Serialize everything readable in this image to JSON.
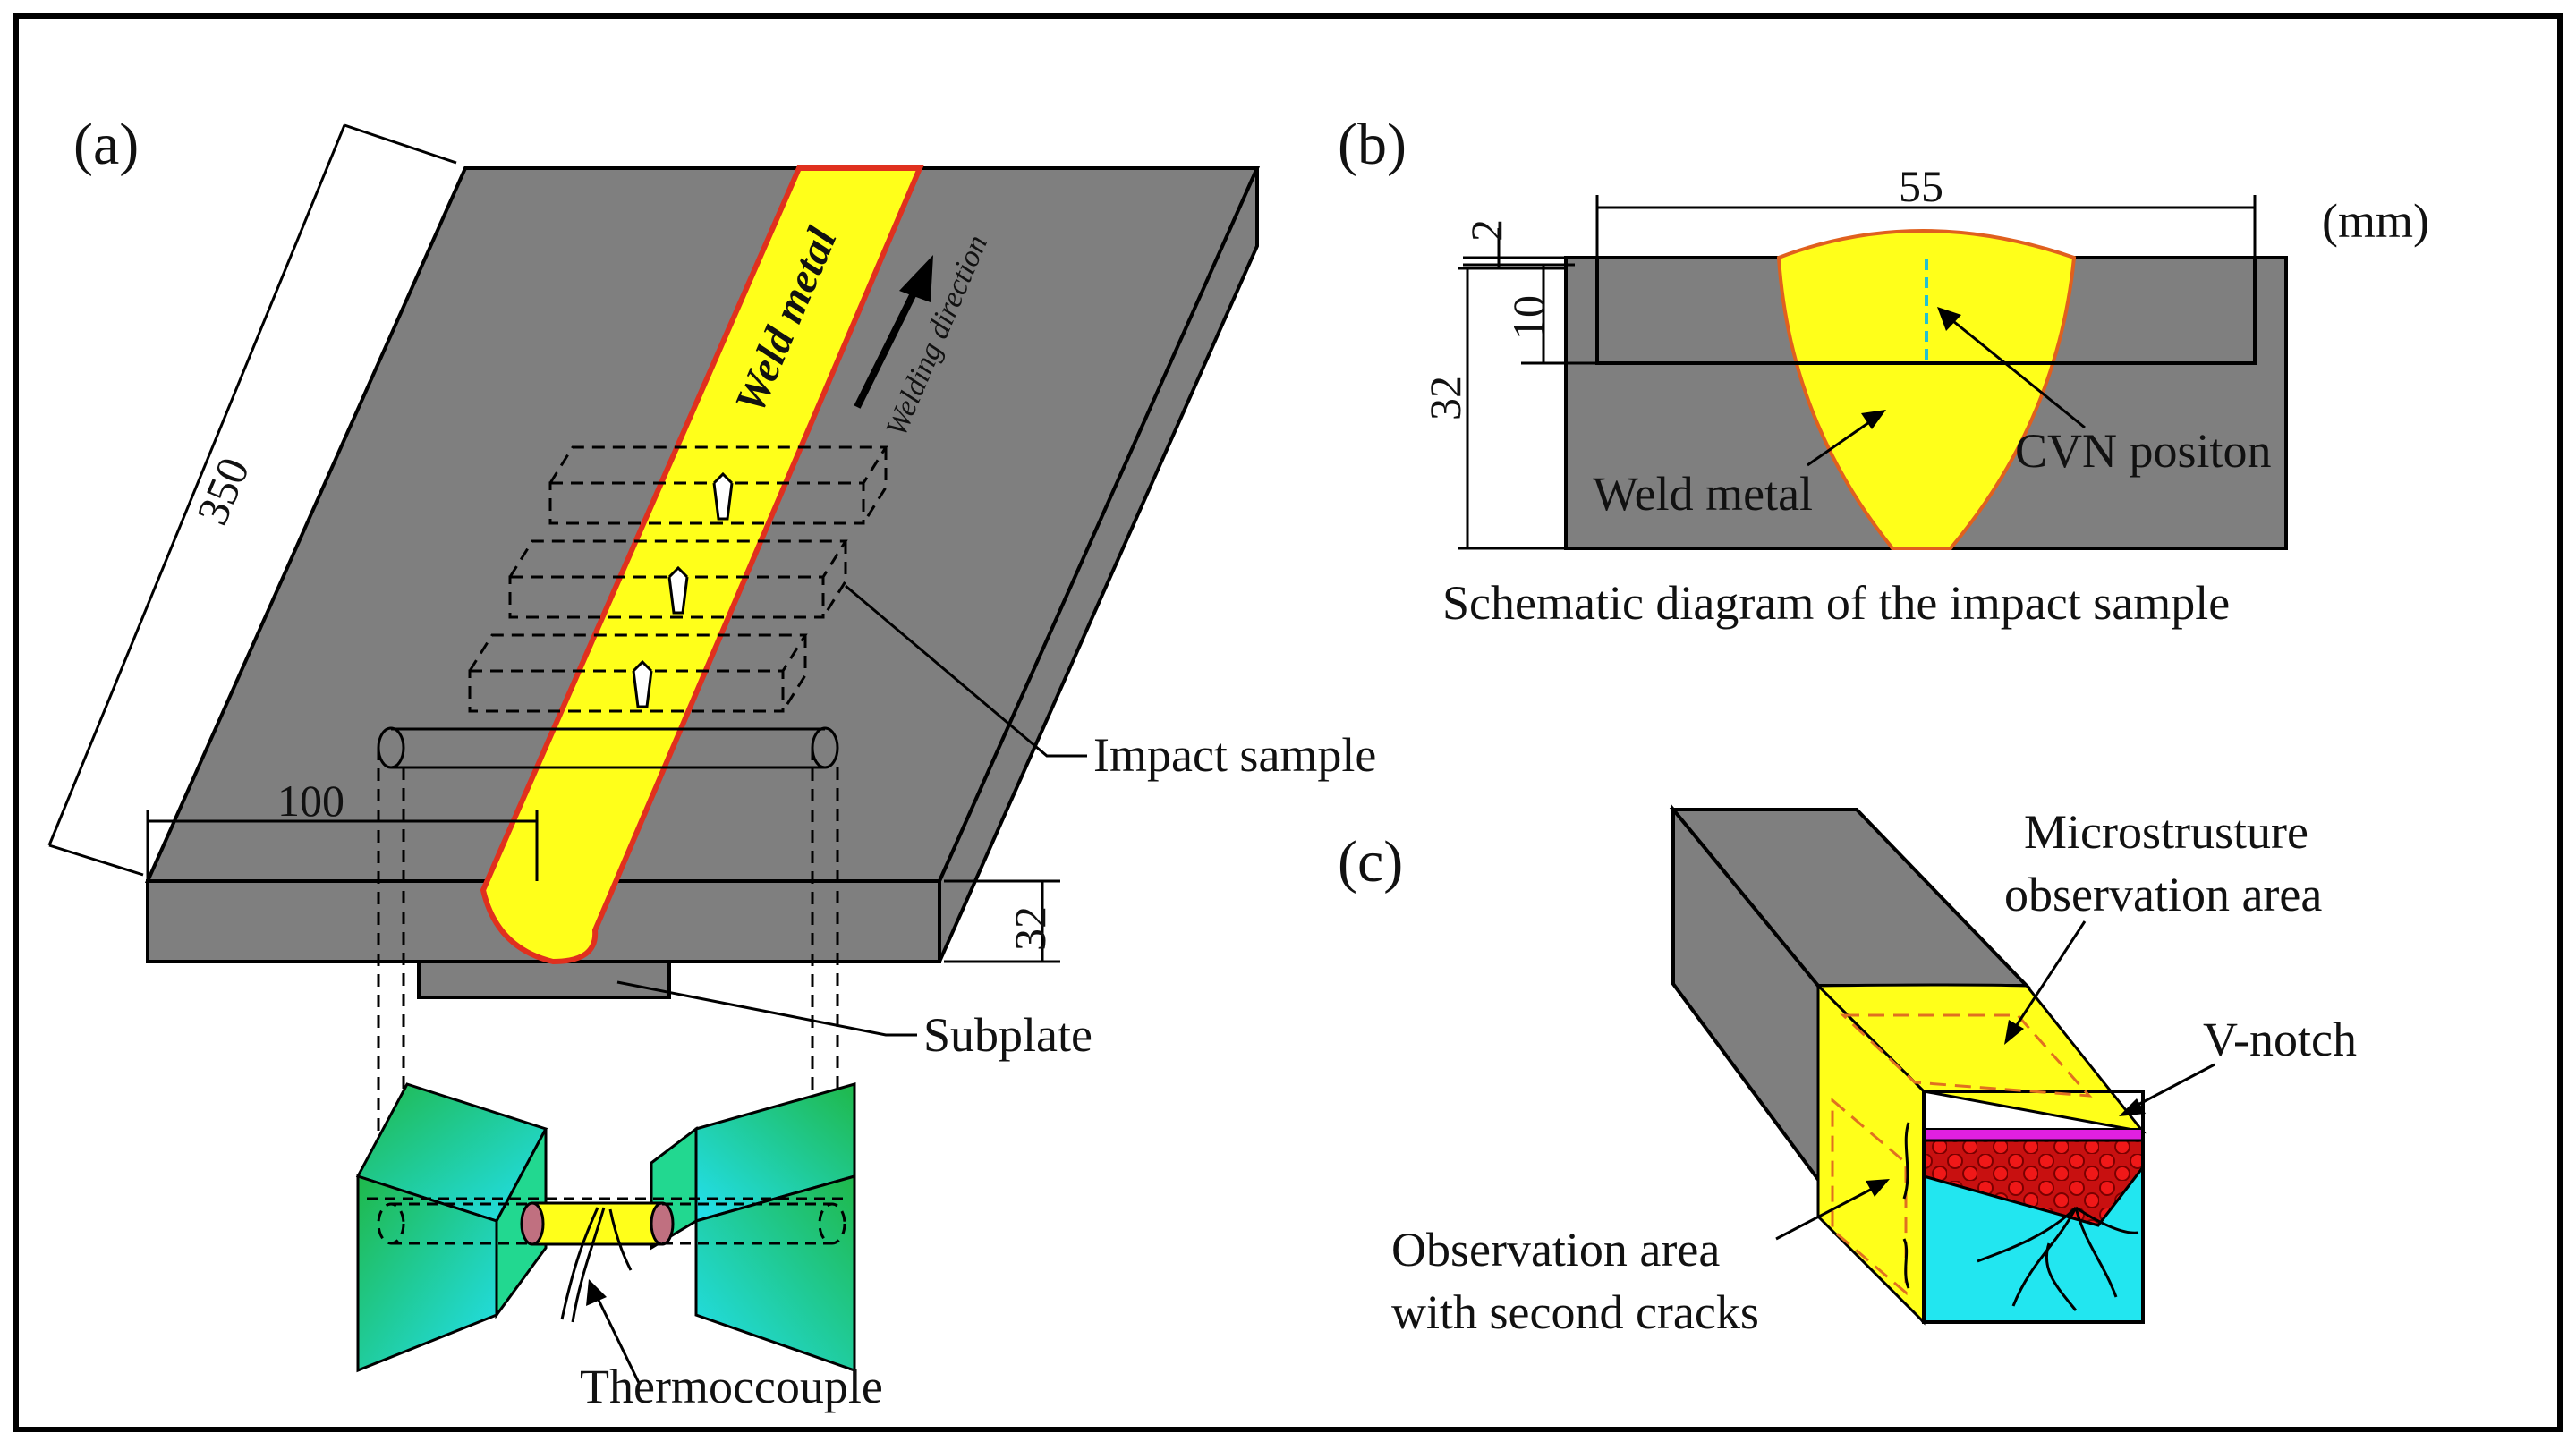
{
  "panels": {
    "a": "(a)",
    "b": "(b)",
    "c": "(c)"
  },
  "panel_a": {
    "dim_length": "350",
    "dim_width": "100",
    "dim_thickness": "32",
    "weld_metal": "Weld metal",
    "welding_direction": "Welding direction",
    "impact_sample": "Impact sample",
    "subplate": "Subplate",
    "thermocouple": "Thermoccouple"
  },
  "panel_b": {
    "dim_width": "55",
    "dim_top": "2",
    "dim_sample": "10",
    "dim_thickness": "32",
    "unit": "(mm)",
    "weld_metal": "Weld metal",
    "cvn_position": "CVN positon",
    "caption": "Schematic diagram of the impact sample"
  },
  "panel_c": {
    "microstructure_line1": "Microstrusture",
    "microstructure_line2": "observation area",
    "v_notch": "V-notch",
    "cracks_line1": "Observation area",
    "cracks_line2": "with second cracks"
  },
  "colors": {
    "plate": "#7f7f7f",
    "weld": "#ffff1a",
    "weld_border": "#e0301e",
    "cyan": "#22e6f0",
    "green": "#22c060",
    "red_cells": "#e01010"
  }
}
